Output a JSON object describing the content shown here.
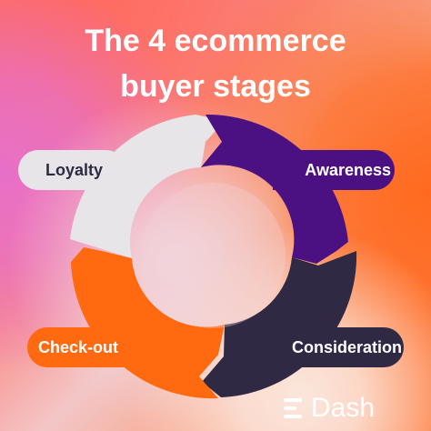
{
  "title": {
    "line1": "The 4 ecommerce",
    "line2": "buyer stages"
  },
  "stages": [
    {
      "label": "Awareness",
      "color": "#4b1183"
    },
    {
      "label": "Consideration",
      "color": "#2f2944"
    },
    {
      "label": "Check-out",
      "color": "#ff6a10"
    },
    {
      "label": "Loyalty",
      "color": "#e7e5e8"
    }
  ],
  "brand": {
    "name": "Dash",
    "icon": "dash-logo-icon"
  },
  "colors": {
    "title_text": "#ffffff",
    "dark_text": "#2d2b44"
  }
}
